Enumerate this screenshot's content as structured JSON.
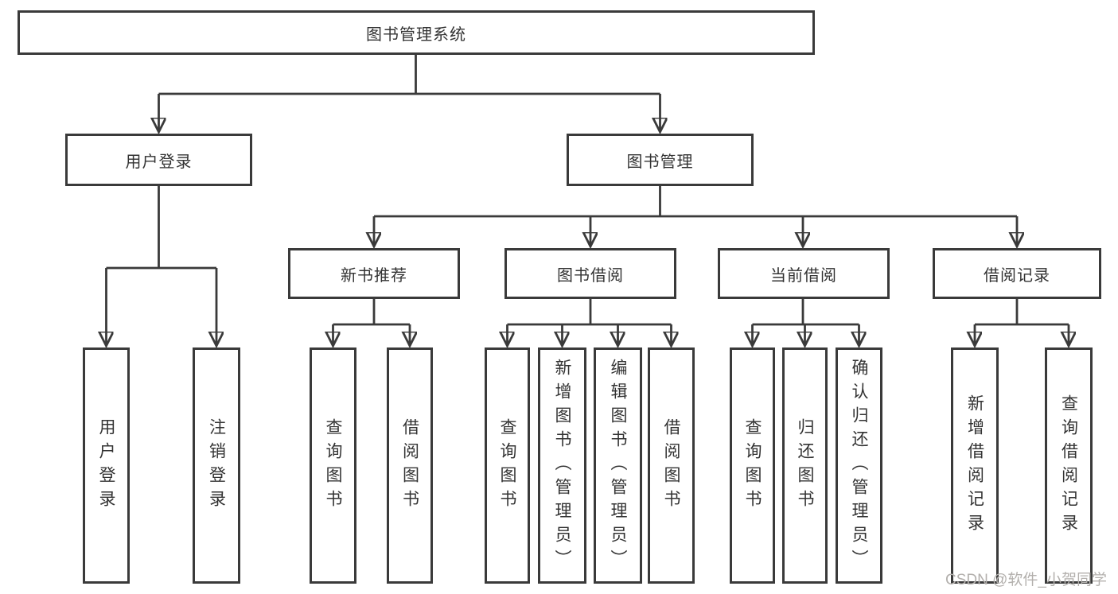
{
  "colors": {
    "line": "#3a3a3a",
    "text": "#333333",
    "watermark": "#b3b0ad",
    "bg": "#ffffff"
  },
  "watermark": "CSDN @软件_小贺同学",
  "tree": {
    "root": {
      "label": "图书管理系统"
    },
    "children": [
      {
        "label": "用户登录",
        "children": [
          {
            "label": "用户登录"
          },
          {
            "label": "注销登录"
          }
        ]
      },
      {
        "label": "图书管理",
        "children": [
          {
            "label": "新书推荐",
            "children": [
              {
                "label": "查询图书"
              },
              {
                "label": "借阅图书"
              }
            ]
          },
          {
            "label": "图书借阅",
            "children": [
              {
                "label": "查询图书"
              },
              {
                "label": "新增图书（管理员）"
              },
              {
                "label": "编辑图书（管理员）"
              },
              {
                "label": "借阅图书"
              }
            ]
          },
          {
            "label": "当前借阅",
            "children": [
              {
                "label": "查询图书"
              },
              {
                "label": "归还图书"
              },
              {
                "label": "确认归还（管理员）"
              }
            ]
          },
          {
            "label": "借阅记录",
            "children": [
              {
                "label": "新增借阅记录"
              },
              {
                "label": "查询借阅记录"
              }
            ]
          }
        ]
      }
    ]
  }
}
